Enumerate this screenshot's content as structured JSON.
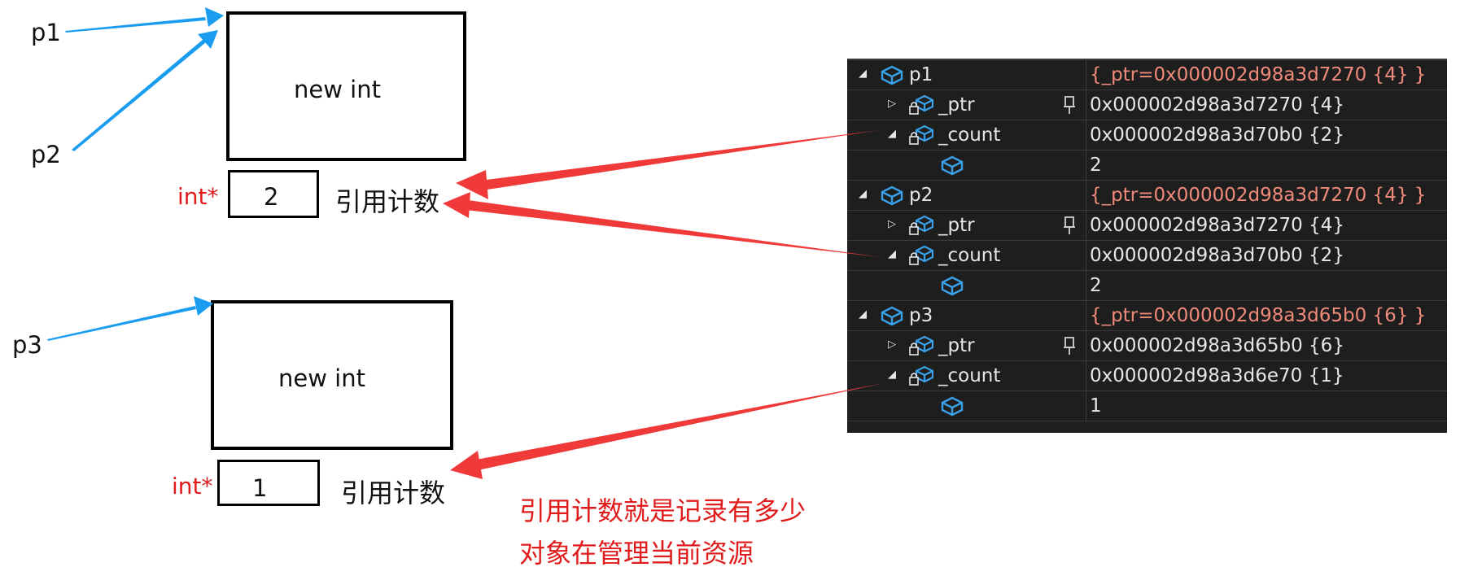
{
  "diagram": {
    "pointers": {
      "p1": "p1",
      "p2": "p2",
      "p3": "p3"
    },
    "object1": {
      "text": "new int"
    },
    "object2": {
      "text": "new int"
    },
    "count1": {
      "type_label": "int*",
      "value": "2",
      "caption": "引用计数"
    },
    "count2": {
      "type_label": "int*",
      "value": "1",
      "caption": "引用计数"
    },
    "note": {
      "line1": "引用计数就是记录有多少",
      "line2": "对象在管理当前资源"
    },
    "colors": {
      "pointer_arrow": "#1a9df0",
      "highlight_arrow": "#f03a3a",
      "note_text": "#e01b1b"
    }
  },
  "debugger": {
    "rows": [
      {
        "expander": "◢",
        "icon": "object-icon",
        "name": "p1",
        "value": "{_ptr=0x000002d98a3d7270 {4} }",
        "value_style": "red",
        "level": 0
      },
      {
        "expander": "▷",
        "icon": "locked-field-icon",
        "name": "_ptr",
        "value": "0x000002d98a3d7270 {4}",
        "pin": true,
        "level": 1
      },
      {
        "expander": "◢",
        "icon": "locked-field-icon",
        "name": "_count",
        "value": "0x000002d98a3d70b0 {2}",
        "level": 1
      },
      {
        "expander": "",
        "icon": "object-icon",
        "name": "",
        "value": "2",
        "level": 2
      },
      {
        "expander": "◢",
        "icon": "object-icon",
        "name": "p2",
        "value": "{_ptr=0x000002d98a3d7270 {4} }",
        "value_style": "red",
        "level": 0
      },
      {
        "expander": "▷",
        "icon": "locked-field-icon",
        "name": "_ptr",
        "value": "0x000002d98a3d7270 {4}",
        "pin": true,
        "level": 1
      },
      {
        "expander": "◢",
        "icon": "locked-field-icon",
        "name": "_count",
        "value": "0x000002d98a3d70b0 {2}",
        "level": 1
      },
      {
        "expander": "",
        "icon": "object-icon",
        "name": "",
        "value": "2",
        "level": 2
      },
      {
        "expander": "◢",
        "icon": "object-icon",
        "name": "p3",
        "value": "{_ptr=0x000002d98a3d65b0 {6} }",
        "value_style": "red",
        "level": 0
      },
      {
        "expander": "▷",
        "icon": "locked-field-icon",
        "name": "_ptr",
        "value": "0x000002d98a3d65b0 {6}",
        "pin": true,
        "level": 1
      },
      {
        "expander": "◢",
        "icon": "locked-field-icon",
        "name": "_count",
        "value": "0x000002d98a3d6e70 {1}",
        "level": 1
      },
      {
        "expander": "",
        "icon": "object-icon",
        "name": "",
        "value": "1",
        "level": 2
      }
    ]
  }
}
